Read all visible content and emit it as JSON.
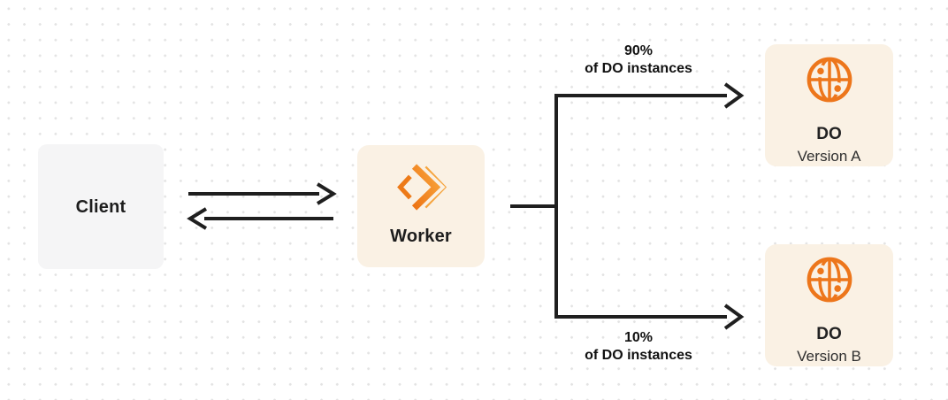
{
  "nodes": {
    "client": {
      "label": "Client"
    },
    "worker": {
      "label": "Worker"
    },
    "do_a": {
      "title": "DO",
      "subtitle": "Version A"
    },
    "do_b": {
      "title": "DO",
      "subtitle": "Version B"
    }
  },
  "edge_labels": {
    "top": {
      "pct": "90%",
      "text": "of DO instances"
    },
    "bottom": {
      "pct": "10%",
      "text": "of DO instances"
    }
  },
  "icons": {
    "worker": "cloudflare-workers-logo",
    "do": "durable-object-globe-icon"
  },
  "colors": {
    "accent_orange": "#F08020",
    "globe_orange": "#ED761B",
    "node_cream": "#FAF1E4",
    "client_gray": "#F5F5F6",
    "line_dark": "#1F1F1F",
    "dot_grid": "#E3E3E3"
  }
}
